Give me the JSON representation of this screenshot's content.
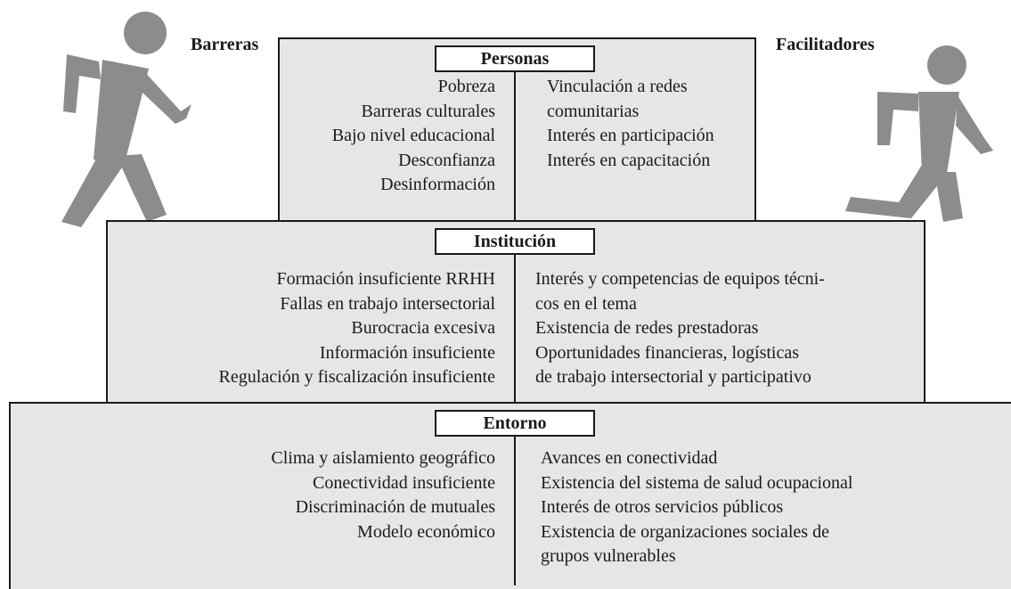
{
  "side_labels": {
    "left": "Barreras",
    "right": "Facilitadores"
  },
  "levels": {
    "personas": {
      "title": "Personas",
      "barreras": [
        "Pobreza",
        "Barreras culturales",
        "Bajo nivel educacional",
        "Desconfianza",
        "Desinformación"
      ],
      "facilitadores": [
        "Vinculación a redes",
        "comunitarias",
        "Interés en participación",
        "Interés en capacitación"
      ]
    },
    "institucion": {
      "title": "Institución",
      "barreras": [
        "Formación insuficiente RRHH",
        "Fallas en trabajo intersectorial",
        "Burocracia excesiva",
        "Información insuficiente",
        "Regulación y fiscalización insuficiente"
      ],
      "facilitadores": [
        "Interés y competencias de equipos técni-",
        "cos en el tema",
        "Existencia de redes prestadoras",
        "Oportunidades  financieras, logísticas",
        "de trabajo  intersectorial y participativo"
      ]
    },
    "entorno": {
      "title": "Entorno",
      "barreras": [
        "Clima y aislamiento geográfico",
        "Conectividad insuficiente",
        "Discriminación de  mutuales",
        "Modelo económico"
      ],
      "facilitadores": [
        "Avances en conectividad",
        "Existencia del sistema de salud ocupacional",
        "Interés de otros servicios públicos",
        "Existencia de organizaciones sociales de",
        "grupos vulnerables"
      ]
    }
  },
  "colors": {
    "box_fill": "#e6e6e6",
    "figure": "#8c8c8c",
    "line": "#1a1a1a"
  }
}
